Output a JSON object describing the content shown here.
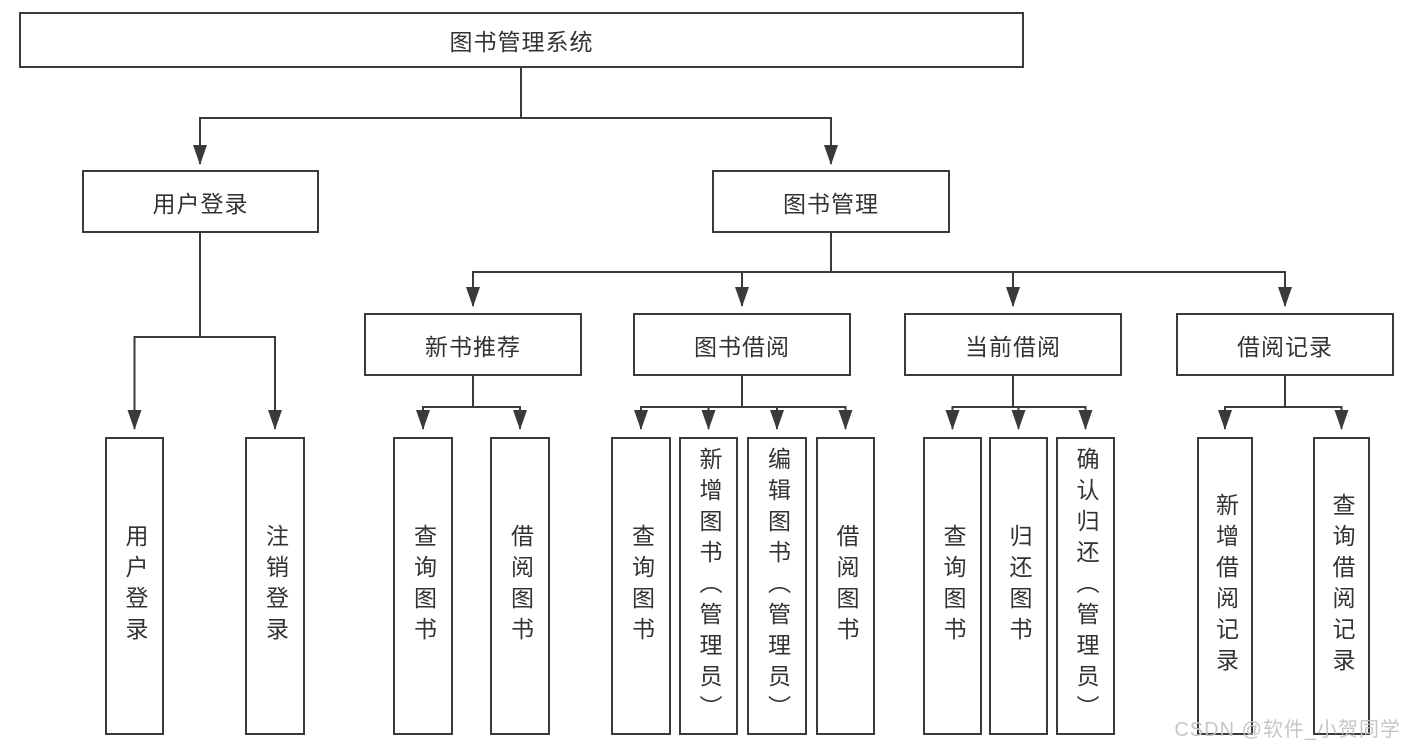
{
  "title": "图书管理系统",
  "watermark": "CSDN @软件_小贺同学",
  "colors": {
    "line": "#3a3a3a",
    "text": "#333333",
    "watermark": "#c3c3c3",
    "background": "#ffffff"
  },
  "tree": {
    "root": {
      "label": "图书管理系统"
    },
    "branches": [
      {
        "label": "用户登录",
        "leaves": [
          {
            "label": "用户登录"
          },
          {
            "label": "注销登录"
          }
        ]
      },
      {
        "label": "图书管理",
        "groups": [
          {
            "label": "新书推荐",
            "leaves": [
              {
                "label": "查询图书"
              },
              {
                "label": "借阅图书"
              }
            ]
          },
          {
            "label": "图书借阅",
            "leaves": [
              {
                "label": "查询图书"
              },
              {
                "label": "新增图书（管理员）"
              },
              {
                "label": "编辑图书（管理员）"
              },
              {
                "label": "借阅图书"
              }
            ]
          },
          {
            "label": "当前借阅",
            "leaves": [
              {
                "label": "查询图书"
              },
              {
                "label": "归还图书"
              },
              {
                "label": "确认归还（管理员）"
              }
            ]
          },
          {
            "label": "借阅记录",
            "leaves": [
              {
                "label": "新增借阅记录"
              },
              {
                "label": "查询借阅记录"
              }
            ]
          }
        ]
      }
    ]
  }
}
